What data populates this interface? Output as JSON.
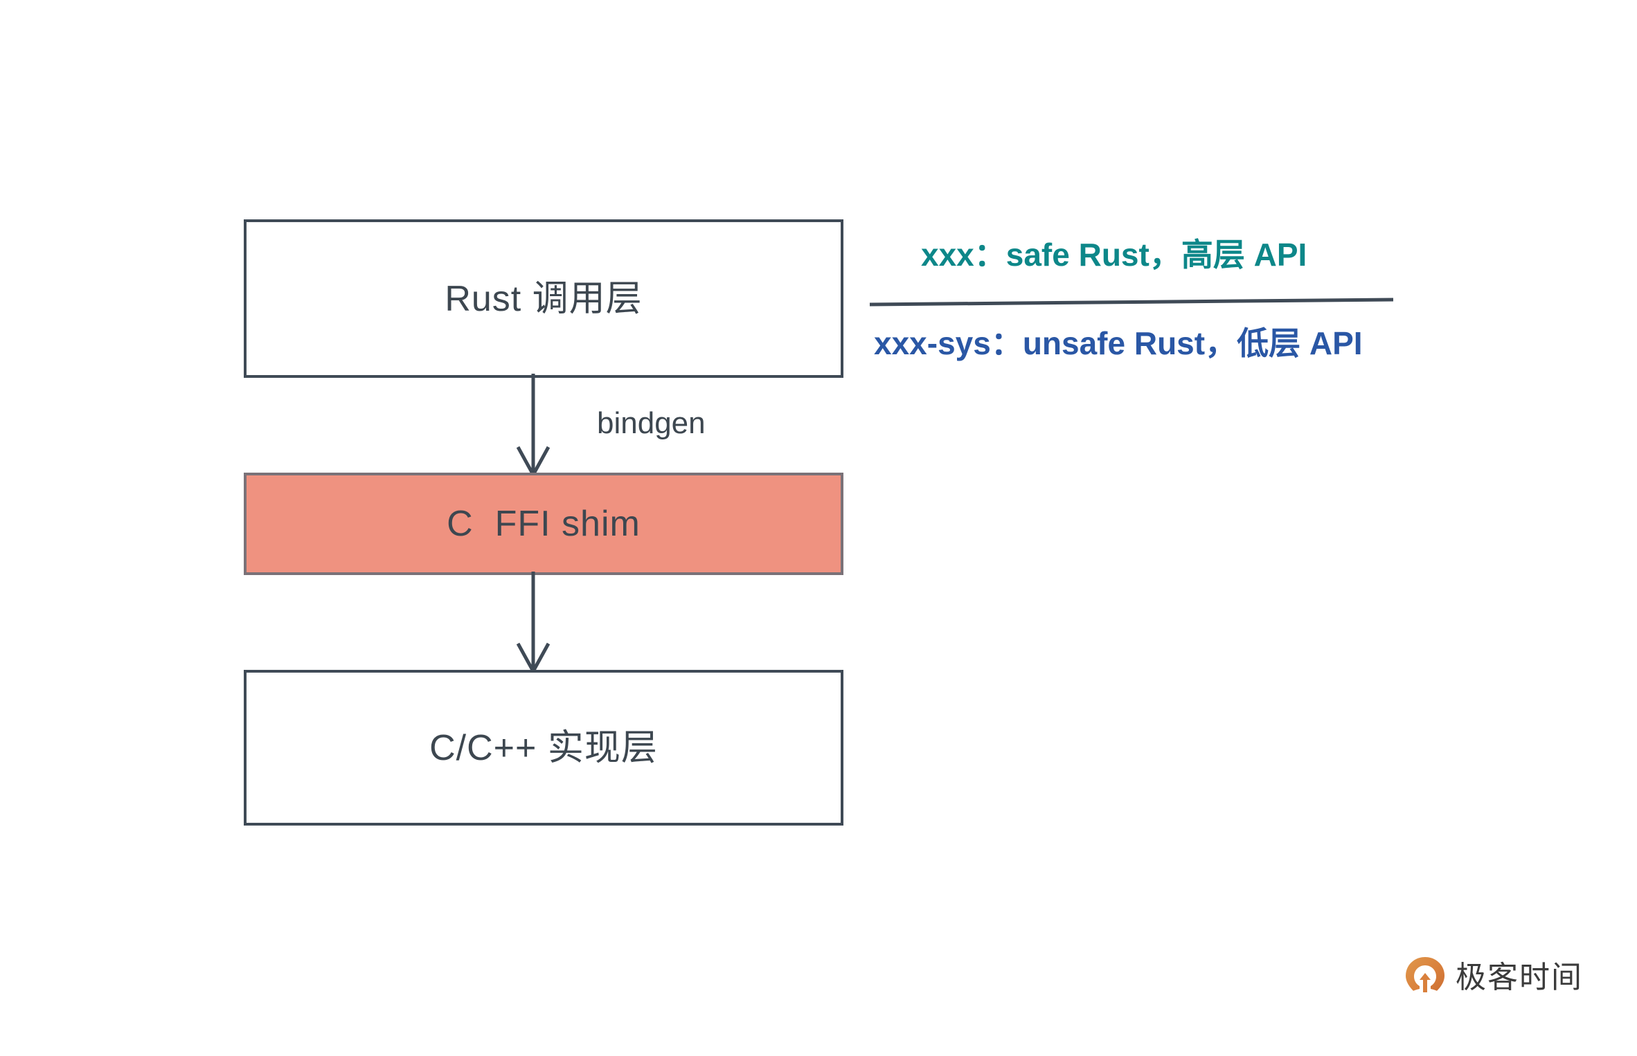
{
  "diagram": {
    "boxes": [
      {
        "id": "rust-layer",
        "label": "Rust 调用层",
        "fill": "#ffffff",
        "border": "#3f4a56"
      },
      {
        "id": "c-ffi-shim",
        "label": "C  FFI shim",
        "fill": "#ef9280",
        "border": "#7a7278"
      },
      {
        "id": "cpp-layer",
        "label": "C/C++ 实现层",
        "fill": "#ffffff",
        "border": "#3f4a56"
      }
    ],
    "arrows": [
      {
        "id": "rust-to-ffi",
        "label": "bindgen",
        "color": "#3f4a56"
      },
      {
        "id": "ffi-to-cpp",
        "label": "",
        "color": "#3f4a56"
      }
    ],
    "annotations": {
      "high_level": "xxx：safe Rust，高层 API",
      "high_level_color": "#0d8789",
      "low_level": "xxx-sys：unsafe Rust，低层 API",
      "low_level_color": "#2a57a5",
      "divider_color": "#3f4a56"
    }
  },
  "branding": {
    "name": "极客时间",
    "mark_color": "#d9803c",
    "text_color": "#3b3b3b"
  }
}
